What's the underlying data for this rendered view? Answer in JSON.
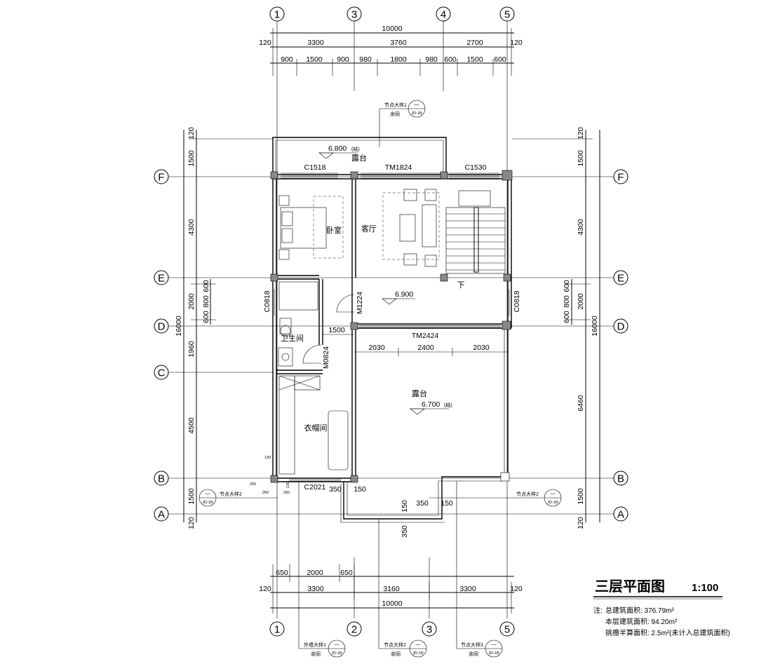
{
  "title": {
    "text": "三层平面图",
    "scale": "1:100"
  },
  "notes": {
    "prefix": "注:",
    "total_area": "总建筑面积: 376.79m²",
    "floor_area": "本层建筑面积: 94.20m²",
    "overhang_area": "挑檐半算面积: 2.5m²(未计入总建筑面积)"
  },
  "axes": {
    "top": [
      "1",
      "3",
      "4",
      "5"
    ],
    "bottom": [
      "1",
      "2",
      "3",
      "5"
    ],
    "left": [
      "F",
      "E",
      "D",
      "C",
      "B",
      "A"
    ],
    "right": [
      "F",
      "E",
      "D",
      "B",
      "A"
    ]
  },
  "dims": {
    "top_total": "10000",
    "top_row2": [
      "120",
      "3300",
      "3760",
      "2700",
      "120"
    ],
    "top_row3": [
      "900",
      "1500",
      "900",
      "980",
      "1800",
      "980",
      "600",
      "1500",
      "600"
    ],
    "bottom_row1": [
      "650",
      "2000",
      "650"
    ],
    "bottom_row2": [
      "120",
      "3300",
      "3160",
      "3300",
      "120"
    ],
    "bottom_total": "10000",
    "left_outer": [
      "120",
      "1500",
      "4300",
      "2000",
      "1960",
      "4500",
      "1500",
      "120"
    ],
    "left_total": "16000",
    "left_inner": [
      "600",
      "800",
      "600"
    ],
    "right_outer": [
      "120",
      "1500",
      "4300",
      "2000",
      "6460",
      "1500",
      "120"
    ],
    "right_total": "16000",
    "right_inner": [
      "600",
      "800",
      "600"
    ],
    "interior": [
      "2030",
      "2400",
      "2030",
      "1500",
      "350",
      "150",
      "150",
      "350",
      "150",
      "350",
      "130",
      "250",
      "250",
      "250",
      "130"
    ]
  },
  "rooms": {
    "terrace_top": "露台",
    "bedroom": "卧室",
    "living": "客厅",
    "bathroom": "卫生间",
    "closet": "衣帽间",
    "terrace_main": "露台",
    "down": "下"
  },
  "elevations": {
    "top": "6.800",
    "top_note": "(结)",
    "mid": "6.900",
    "main": "6.700",
    "main_note": "(结)"
  },
  "openings": {
    "c1518": "C1518",
    "tm1824": "TM1824",
    "c1530": "C1530",
    "c0818_left": "C0818",
    "c0818_right": "C0818",
    "m1224": "M1224",
    "m0824": "M0824",
    "tm2424": "TM2424",
    "c2021": "C2021"
  },
  "details": {
    "top": {
      "label": "节点大样1",
      "sub": "余同",
      "no": "—",
      "ref": "JD-1B"
    },
    "left": {
      "label": "节点大样2",
      "no": "—",
      "ref": "JD-1B"
    },
    "right": {
      "label": "节点大样2",
      "no": "—",
      "ref": "JD-1B"
    },
    "bottom1": {
      "label": "外墙大样1",
      "sub": "余同",
      "no": "—",
      "ref": "JD-1B"
    },
    "bottom2": {
      "label": "节点大样2",
      "sub": "余同",
      "no": "—",
      "ref": "JD-1B"
    },
    "bottom3": {
      "label": "节点大样3",
      "sub": "余同",
      "no": "—",
      "ref": "JD-1B"
    }
  }
}
